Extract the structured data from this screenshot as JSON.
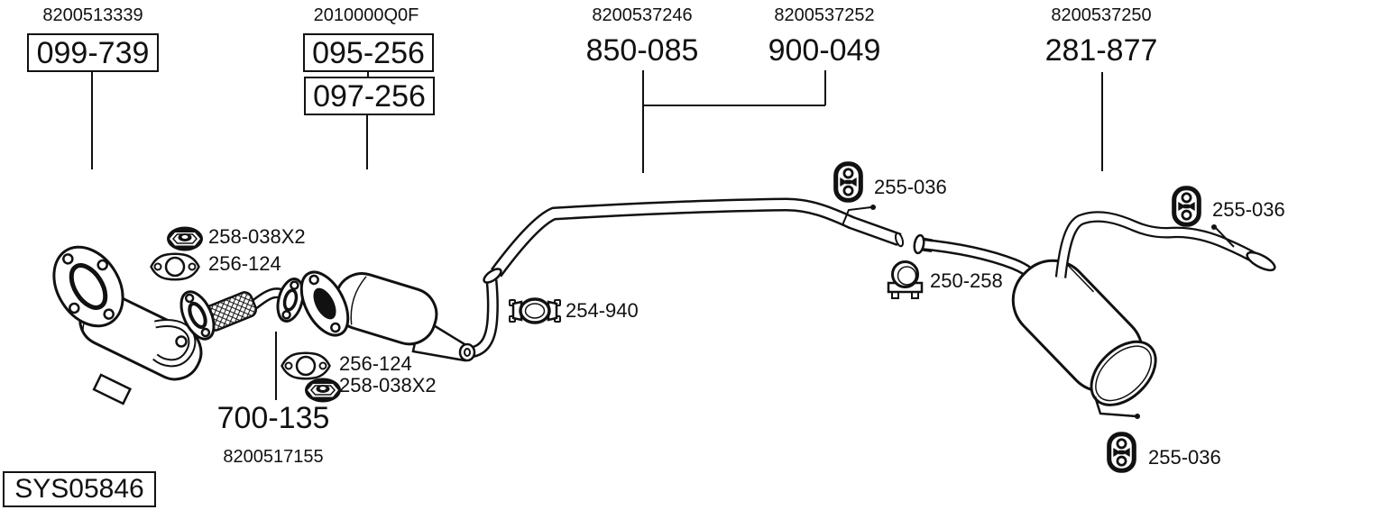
{
  "colors": {
    "ink": "#111111",
    "background": "#ffffff"
  },
  "assemblies": {
    "catalyst": {
      "oem": "8200513339",
      "code": "099-739"
    },
    "front_pipe": {
      "oem": "2010000Q0F",
      "code_primary": "095-256",
      "code_alt": "097-256"
    },
    "center_pipe": {
      "oem": "8200537246",
      "code": "850-085"
    },
    "rear_pipe": {
      "oem": "8200537252",
      "code": "900-049"
    },
    "rear_silencer": {
      "oem": "8200537250",
      "code": "281-877"
    },
    "center_silencer": {
      "oem": "8200517155",
      "code": "700-135"
    },
    "system": {
      "code": "SYS05846"
    }
  },
  "hardware": {
    "nut_front": "258-038X2",
    "gasket_front": "256-124",
    "gasket_center": "256-124",
    "nut_center": "258-038X2",
    "clamp_center": "254-940",
    "hanger_center": "255-036",
    "clamp_rear": "250-258",
    "hanger_tail": "255-036",
    "hanger_rear": "255-036"
  },
  "icon_names": [
    "rubber-hanger-icon",
    "pipe-clamp-icon",
    "u-bolt-clamp-icon",
    "flange-nut-icon",
    "gasket-icon"
  ]
}
